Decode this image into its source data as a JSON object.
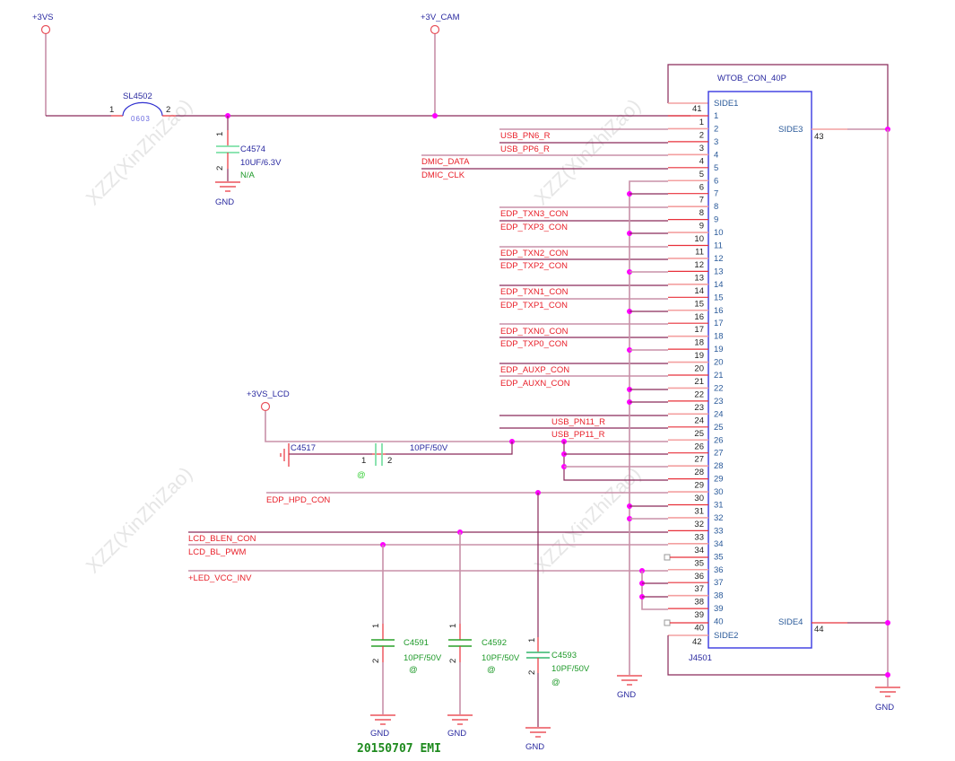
{
  "watermark": "XZZ(XinZhiZao)",
  "power_rails": {
    "p3vs": "+3VS",
    "p3v_cam": "+3V_CAM",
    "p3vs_lcd": "+3VS_LCD"
  },
  "inductor": {
    "ref": "SL4502",
    "package": "0603",
    "pin1": "1",
    "pin2": "2"
  },
  "c4574": {
    "ref": "C4574",
    "value": "10UF/6.3V",
    "note": "N/A",
    "pin1": "1",
    "pin2": "2"
  },
  "c4517": {
    "ref": "C4517",
    "value": "10PF/50V",
    "note": "@",
    "pin1": "1",
    "pin2": "2"
  },
  "c4591": {
    "ref": "C4591",
    "value": "10PF/50V",
    "note": "@",
    "pin1": "1",
    "pin2": "2"
  },
  "c4592": {
    "ref": "C4592",
    "value": "10PF/50V",
    "note": "@",
    "pin1": "1",
    "pin2": "2"
  },
  "c4593": {
    "ref": "C4593",
    "value": "10PF/50V",
    "note": "@",
    "pin1": "1",
    "pin2": "2"
  },
  "gnd_label": "GND",
  "connector": {
    "part": "WTOB_CON_40P",
    "ref": "J4501",
    "side1": "SIDE1",
    "side2": "SIDE2",
    "side3": "SIDE3",
    "side4": "SIDE4",
    "side1_num": "41",
    "side2_num": "42",
    "side3_num": "43",
    "side4_num": "44"
  },
  "nets": {
    "usb_pn6": "USB_PN6_R",
    "usb_pp6": "USB_PP6_R",
    "dmic_data": "DMIC_DATA",
    "dmic_clk": "DMIC_CLK",
    "edp_txn3": "EDP_TXN3_CON",
    "edp_txp3": "EDP_TXP3_CON",
    "edp_txn2": "EDP_TXN2_CON",
    "edp_txp2": "EDP_TXP2_CON",
    "edp_txn1": "EDP_TXN1_CON",
    "edp_txp1": "EDP_TXP1_CON",
    "edp_txn0": "EDP_TXN0_CON",
    "edp_txp0": "EDP_TXP0_CON",
    "edp_auxp": "EDP_AUXP_CON",
    "edp_auxn": "EDP_AUXN_CON",
    "usb_pn11": "USB_PN11_R",
    "usb_pp11": "USB_PP11_R",
    "edp_hpd": "EDP_HPD_CON",
    "lcd_blen": "LCD_BLEN_CON",
    "lcd_bl_pwm": "LCD_BL_PWM",
    "led_vcc_inv": "+LED_VCC_INV"
  },
  "pins": [
    "1",
    "2",
    "3",
    "4",
    "5",
    "6",
    "7",
    "8",
    "9",
    "10",
    "11",
    "12",
    "13",
    "14",
    "15",
    "16",
    "17",
    "18",
    "19",
    "20",
    "21",
    "22",
    "23",
    "24",
    "25",
    "26",
    "27",
    "28",
    "29",
    "30",
    "31",
    "32",
    "33",
    "34",
    "35",
    "36",
    "37",
    "38",
    "39",
    "40"
  ],
  "footer_note": "20150707 EMI"
}
